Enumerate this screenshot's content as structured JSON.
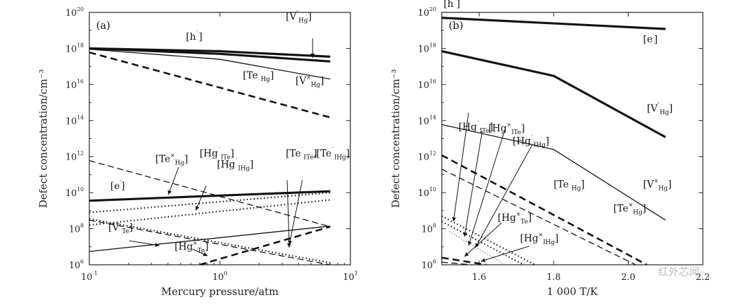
{
  "watermark": "红外芯闻",
  "chart_data": [
    {
      "type": "line",
      "panel": "(a)",
      "xlabel": "Mercury pressure/atm",
      "ylabel": "Defect concentration/cm⁻³",
      "xscale": "log",
      "yscale": "log",
      "xlim": [
        0.1,
        10
      ],
      "ylim": [
        1000000.0,
        1e+20
      ],
      "xticks": [
        {
          "base": "10",
          "exp": "-1",
          "value": 0.1
        },
        {
          "base": "10",
          "exp": "0",
          "value": 1
        },
        {
          "base": "10",
          "exp": "1",
          "value": 10
        }
      ],
      "yticks": [
        {
          "base": "10",
          "exp": "6",
          "value": 1000000.0
        },
        {
          "base": "10",
          "exp": "8",
          "value": 100000000.0
        },
        {
          "base": "10",
          "exp": "10",
          "value": 10000000000.0
        },
        {
          "base": "10",
          "exp": "12",
          "value": 1000000000000.0
        },
        {
          "base": "10",
          "exp": "14",
          "value": 100000000000000.0
        },
        {
          "base": "10",
          "exp": "16",
          "value": 1e+16
        },
        {
          "base": "10",
          "exp": "18",
          "value": 1e+18
        },
        {
          "base": "10",
          "exp": "20",
          "value": 1e+20
        }
      ],
      "series": [
        {
          "name": "[h˙]",
          "style": "thick",
          "x": [
            0.1,
            1,
            7
          ],
          "y": [
            1e+18,
            7e+17,
            3.5e+17
          ]
        },
        {
          "name": "[V″Hg]",
          "style": "thick",
          "x": [
            0.1,
            1,
            7
          ],
          "y": [
            1e+18,
            5e+17,
            1.9e+17
          ]
        },
        {
          "name": "[V×Hg]",
          "style": "thin",
          "x": [
            0.1,
            1,
            7
          ],
          "y": [
            9e+17,
            2.5e+17,
            2e+16
          ]
        },
        {
          "name": "[Te˙Hg]",
          "style": "thickdash",
          "x": [
            0.1,
            7
          ],
          "y": [
            6e+17,
            150000000000000.0
          ]
        },
        {
          "name": "[Te×Hg]",
          "style": "thindash",
          "x": [
            0.1,
            7
          ],
          "y": [
            600000000000.0,
            130000000.0
          ]
        },
        {
          "name": "[e′]",
          "style": "thick",
          "x": [
            0.1,
            7
          ],
          "y": [
            3600000000.0,
            12000000000.0
          ]
        },
        {
          "name": "[Hg˙ITe]",
          "style": "dotted",
          "x": [
            0.1,
            7
          ],
          "y": [
            800000000.0,
            10000000000.0
          ]
        },
        {
          "name": "[Hg˙IHg]",
          "style": "dotted",
          "x": [
            0.1,
            7
          ],
          "y": [
            160000000.0,
            4000000000.0
          ]
        },
        {
          "name": "[Te˙ITe],[Te˙IHg]",
          "style": "dotted",
          "x": [
            0.1,
            7
          ],
          "y": [
            350000000.0,
            1300000.0
          ]
        },
        {
          "name": "[Hg×Te]",
          "style": "thindash",
          "x": [
            0.1,
            7
          ],
          "y": [
            300000000.0,
            1000000.0
          ]
        },
        {
          "name": "[V˙Te]",
          "style": "thin",
          "x": [
            0.1,
            7
          ],
          "y": [
            5500000.0,
            140000000.0
          ]
        },
        {
          "name": "[Hg×Te]",
          "style": "thickdash",
          "x": [
            0.7,
            7
          ],
          "y": [
            1000000.0,
            130000000.0
          ]
        }
      ],
      "labels": [
        {
          "base": "[h",
          "mark": "˙",
          "end": "]",
          "sub": "",
          "x": 0.55,
          "y": 3e+18
        },
        {
          "base": "[V",
          "mark": "″",
          "end": "]",
          "sub": "Hg",
          "x": 3.2,
          "y": 4e+19
        },
        {
          "base": "[V",
          "mark": "×",
          "end": "]",
          "sub": "Hg",
          "x": 3.8,
          "y": 1.1e+16
        },
        {
          "base": "[Te",
          "mark": "˙",
          "end": "]",
          "sub": "Hg",
          "x": 1.5,
          "y": 2.2e+16
        },
        {
          "base": "[Te",
          "mark": "×",
          "end": "]",
          "sub": "Hg",
          "x": 0.32,
          "y": 500000000000.0
        },
        {
          "base": "[Hg",
          "mark": "˙",
          "end": "]",
          "sub": "ITe",
          "x": 0.7,
          "y": 1000000000000.0
        },
        {
          "base": "[Hg",
          "mark": "˙",
          "end": "]",
          "sub": "IHg",
          "x": 0.95,
          "y": 250000000000.0
        },
        {
          "base": "[e",
          "mark": "′",
          "end": "]",
          "sub": "",
          "x": 0.145,
          "y": 16000000000.0
        },
        {
          "base": "[Te",
          "mark": "˙",
          "end": "]",
          "sub": "ITe",
          "x": 3.2,
          "y": 1000000000000.0
        },
        {
          "base": ",[Te",
          "mark": "˙",
          "end": "]",
          "sub": "IHg",
          "x": 5.2,
          "y": 1000000000000.0
        },
        {
          "base": "[V",
          "mark": "˙",
          "end": "]",
          "sub": "Te",
          "x": 0.14,
          "y": 80000000.0
        },
        {
          "base": "[Hg",
          "mark": "×",
          "end": "]",
          "sub": "Te",
          "x": 0.45,
          "y": 7000000.0
        }
      ]
    },
    {
      "type": "line",
      "panel": "(b)",
      "xlabel": "1 000 T/K",
      "ylabel": "Defect concentration/cm⁻³",
      "yscale": "log",
      "xlim": [
        1.5,
        2.2
      ],
      "ylim": [
        1000000.0,
        1e+20
      ],
      "xticks": [
        {
          "label": "1.6",
          "value": 1.6
        },
        {
          "label": "1.8",
          "value": 1.8
        },
        {
          "label": "2.0",
          "value": 2.0
        },
        {
          "label": "2.2",
          "value": 2.2
        }
      ],
      "yticks": [
        {
          "base": "10",
          "exp": "6",
          "value": 1000000.0
        },
        {
          "base": "10",
          "exp": "8",
          "value": 100000000.0
        },
        {
          "base": "10",
          "exp": "10",
          "value": 10000000000.0
        },
        {
          "base": "10",
          "exp": "12",
          "value": 1000000000000.0
        },
        {
          "base": "10",
          "exp": "14",
          "value": 100000000000000.0
        },
        {
          "base": "10",
          "exp": "16",
          "value": 1e+16
        },
        {
          "base": "10",
          "exp": "18",
          "value": 1e+18
        },
        {
          "base": "10",
          "exp": "20",
          "value": 1e+20
        }
      ],
      "series": [
        {
          "name": "[h˙]",
          "style": "thick",
          "x": [
            1.5,
            2.1
          ],
          "y": [
            5e+19,
            1.2e+19
          ]
        },
        {
          "name": "[V″Hg]",
          "style": "thick",
          "x": [
            1.5,
            1.8,
            2.1
          ],
          "y": [
            7e+17,
            3e+16,
            12000000000000.0
          ]
        },
        {
          "name": "[V×Hg]",
          "style": "thin",
          "x": [
            1.5,
            1.8,
            2.1
          ],
          "y": [
            60000000000000.0,
            2500000000000.0,
            300000000.0
          ]
        },
        {
          "name": "[Te˙Hg]",
          "style": "thickdash",
          "x": [
            1.5,
            2.05
          ],
          "y": [
            1200000000000.0,
            1000000.0
          ]
        },
        {
          "name": "[Te×Hg]",
          "style": "thindash",
          "x": [
            1.5,
            2.02
          ],
          "y": [
            200000000000.0,
            1000000.0
          ]
        },
        {
          "name": "[Hg˙ITe]",
          "style": "dotted",
          "x": [
            1.5,
            1.75
          ],
          "y": [
            500000000.0,
            1000000.0
          ]
        },
        {
          "name": "[Hg×ITe]",
          "style": "dotted",
          "x": [
            1.5,
            1.72
          ],
          "y": [
            250000000.0,
            1000000.0
          ]
        },
        {
          "name": "[Hg˙IHg]",
          "style": "grey-dotted",
          "x": [
            1.52,
            1.67
          ],
          "y": [
            70000000.0,
            1000000.0
          ]
        },
        {
          "name": "[Hg×Te]",
          "style": "thickdash",
          "x": [
            1.5,
            1.62
          ],
          "y": [
            2500000.0,
            1000000.0
          ]
        },
        {
          "name": "[Hg×IHg]",
          "style": "thindash",
          "x": [
            1.5,
            1.58
          ],
          "y": [
            1400000.0,
            1000000.0
          ]
        }
      ],
      "labels": [
        {
          "base": "[h",
          "mark": "˙",
          "end": "]",
          "sub": "",
          "x": 1.505,
          "y": 2e+20
        },
        {
          "base": "[e",
          "mark": "′",
          "end": "]",
          "sub": "",
          "x": 2.04,
          "y": 2.2e+18
        },
        {
          "base": "[V",
          "mark": "″",
          "end": "]",
          "sub": "Hg",
          "x": 2.05,
          "y": 320000000000000.0
        },
        {
          "base": "[V",
          "mark": "×",
          "end": "]",
          "sub": "Hg",
          "x": 2.04,
          "y": 20000000000.0
        },
        {
          "base": "[Te",
          "mark": "˙",
          "end": "]",
          "sub": "Hg",
          "x": 1.8,
          "y": 20000000000.0
        },
        {
          "base": "[Te",
          "mark": "×",
          "end": "]",
          "sub": "Hg",
          "x": 1.96,
          "y": 900000000.0
        },
        {
          "base": "[Hg",
          "mark": "˙",
          "end": "]",
          "sub": "ITe",
          "x": 1.545,
          "y": 30000000000000.0
        },
        {
          "base": "[Hg",
          "mark": "×",
          "end": "]",
          "sub": "ITe",
          "x": 1.625,
          "y": 25000000000000.0
        },
        {
          "base": "[Hg",
          "mark": "˙",
          "end": "]",
          "sub": "IHg",
          "x": 1.69,
          "y": 5000000000000.0
        },
        {
          "base": "[Hg",
          "mark": "×",
          "end": "]",
          "sub": "Te",
          "x": 1.65,
          "y": 280000000.0
        },
        {
          "base": "[Hg",
          "mark": "×",
          "end": "]",
          "sub": "IHg",
          "x": 1.71,
          "y": 20000000.0
        }
      ]
    }
  ]
}
